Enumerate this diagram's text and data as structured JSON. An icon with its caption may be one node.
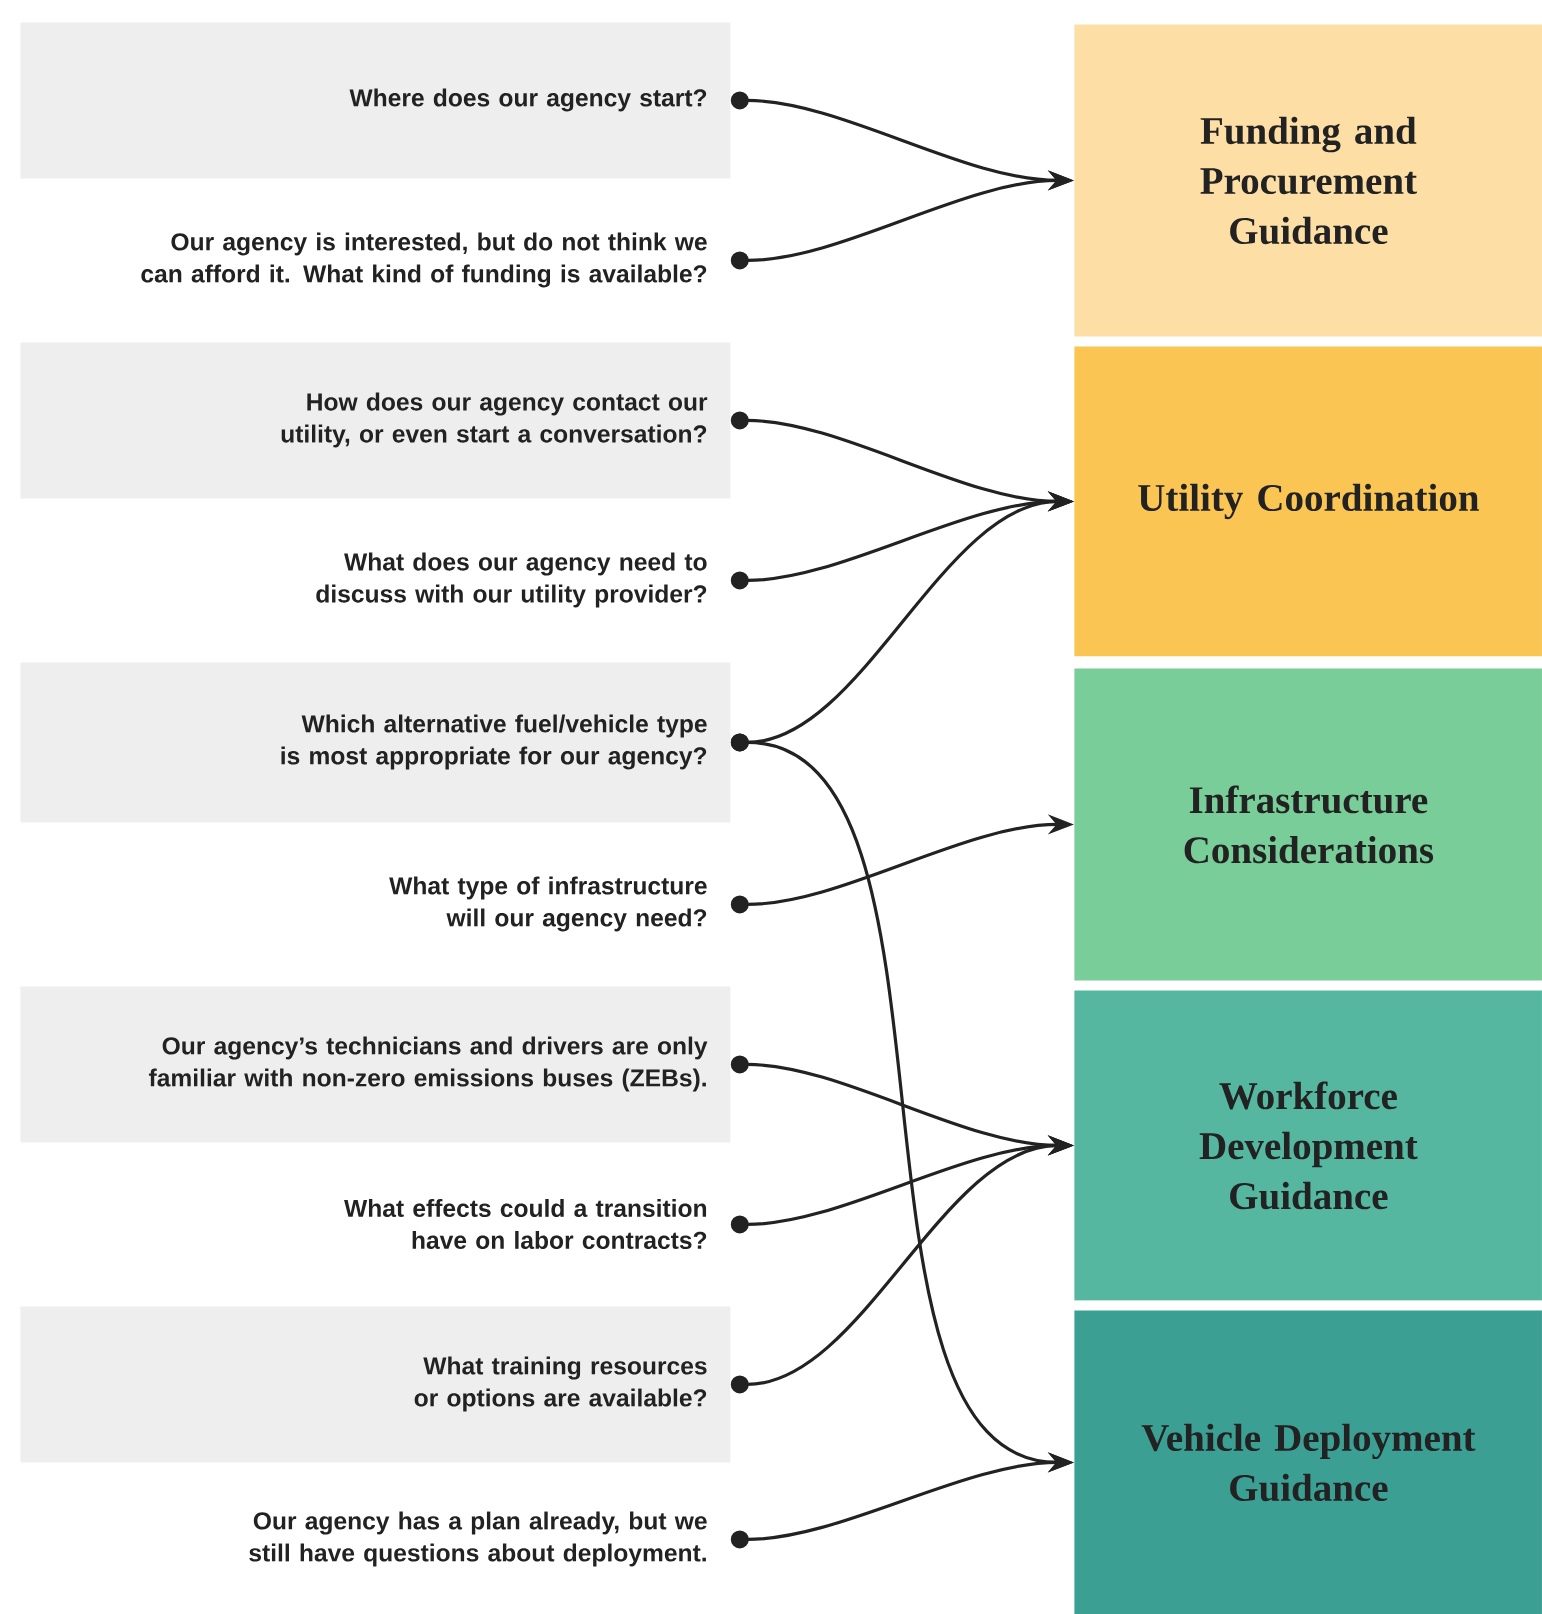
{
  "diagram": {
    "nodes": [
      {
        "text": [
          "Where does our agency start?"
        ]
      },
      {
        "text": [
          "Our agency is interested, but do not think we can afford it. What kind of funding is available?"
        ]
      },
      {
        "text": [
          "How does our agency contact our utility, or even start a conversation?"
        ]
      },
      {
        "text": [
          "What does our agency need to discuss with our utility provider?"
        ]
      },
      {
        "text": [
          "Which alternative fuel/vehicle type is most appropriate for our agency?"
        ]
      },
      {
        "text": [
          "What type of infrastructure will our agency need?"
        ]
      },
      {
        "text": [
          "Our agency’s technicians and drivers are only familiar with non-zero emissions buses (ZEBs)."
        ]
      },
      {
        "text": [
          "What effects could a transition have on labor contracts?"
        ]
      },
      {
        "text": [
          "What training resources or options are available?"
        ]
      },
      {
        "text": [
          "Our agency has a plan already, but we still have questions about deployment."
        ]
      },
      {
        "text": [
          "Funding and Procurement Guidance"
        ]
      },
      {
        "text": [
          "Utility Coordination"
        ]
      },
      {
        "text": [
          "Infrastructure Considerations"
        ]
      },
      {
        "text": [
          "Workforce Development Guidance"
        ]
      },
      {
        "text": [
          "Vehicle Deployment Guidance"
        ]
      }
    ],
    "edges": [
      {
        "from": 0,
        "to": 10,
        "arrow": "to"
      },
      {
        "from": 1,
        "to": 10,
        "arrow": "to"
      },
      {
        "from": 2,
        "to": 11,
        "arrow": "to"
      },
      {
        "from": 3,
        "to": 11,
        "arrow": "to"
      },
      {
        "from": 4,
        "to": 11,
        "arrow": "to"
      },
      {
        "from": 4,
        "to": 14,
        "arrow": "to"
      },
      {
        "from": 5,
        "to": 12,
        "arrow": "to"
      },
      {
        "from": 6,
        "to": 13,
        "arrow": "to"
      },
      {
        "from": 7,
        "to": 13,
        "arrow": "to"
      },
      {
        "from": 8,
        "to": 13,
        "arrow": "to"
      },
      {
        "from": 9,
        "to": 14,
        "arrow": "to"
      }
    ]
  }
}
